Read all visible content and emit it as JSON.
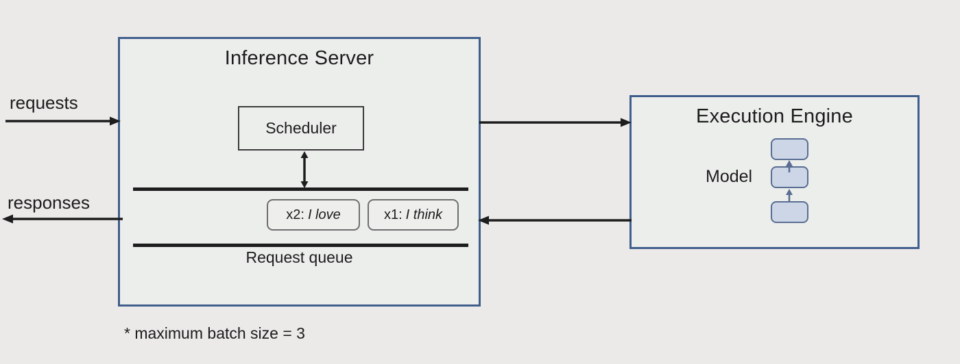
{
  "diagram": {
    "background_color": "#ebeae9",
    "accent_border_color": "#3f5e8c",
    "model_cell_color": "#ccd6e6"
  },
  "inference_server": {
    "title": "Inference Server",
    "scheduler": {
      "label": "Scheduler"
    },
    "queue": {
      "label": "Request queue",
      "items": [
        {
          "count": "x2:",
          "text": "I love"
        },
        {
          "count": "x1:",
          "text": "I think"
        }
      ]
    }
  },
  "execution_engine": {
    "title": "Execution Engine",
    "model_label": "Model",
    "model_cells": [
      "",
      "",
      ""
    ]
  },
  "flows": {
    "requests_label": "requests",
    "responses_label": "responses"
  },
  "footnote": "* maximum batch size = 3"
}
